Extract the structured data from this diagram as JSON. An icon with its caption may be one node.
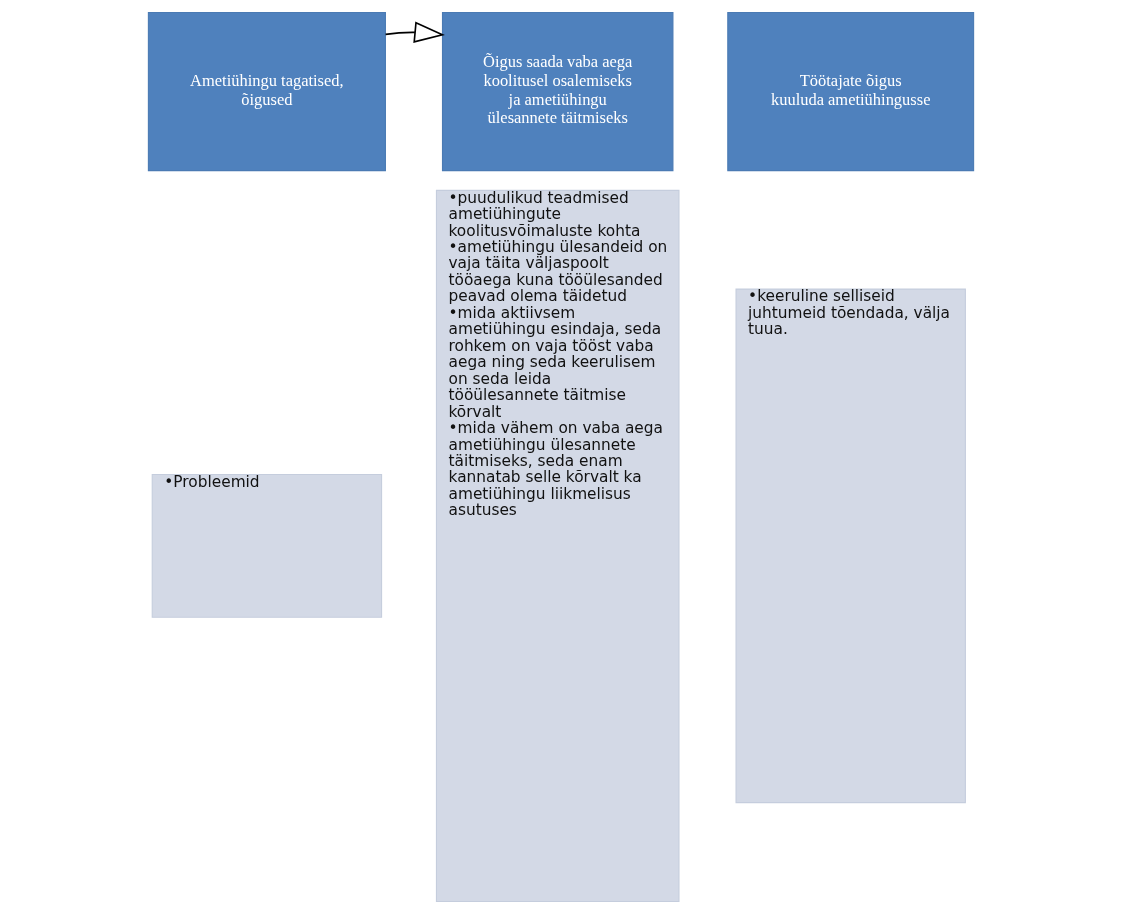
{
  "diagram": {
    "nodes": [
      {
        "text": [
          "Ametiühingu tagatised, õigused"
        ]
      },
      {
        "text": [
          "•Probleemid"
        ]
      },
      {
        "text": [
          "Õigus saada vaba aega koolitusel osalemiseks ja ametiühingu ülesannete täitmiseks"
        ]
      },
      {
        "text": [
          "•puudulikud teadmised ametiühingute koolitusvõimaluste kohta",
          "•ametiühingu ülesandeid on vaja täita väljaspoolt tööaega kuna tööülesanded peavad olema täidetud",
          "•mida aktiivsem ametiühingu esindaja, seda rohkem on vaja tööst vaba aega ning seda keerulisem on seda leida tööülesannete täitmise kõrvalt",
          "•mida vähem on vaba aega ametiühingu ülesannete täitmiseks, seda enam kannatab selle kõrvalt ka ametiühingu liikmelisus asutuses"
        ]
      },
      {
        "text": [
          "Töötajate õigus kuuluda ametiühingusse"
        ]
      },
      {
        "text": [
          "•keeruline selliseid juhtumeid tõendada, välja tuua."
        ]
      }
    ],
    "edges": [
      {
        "from": 0,
        "to": 2,
        "arrow": "to"
      }
    ]
  }
}
